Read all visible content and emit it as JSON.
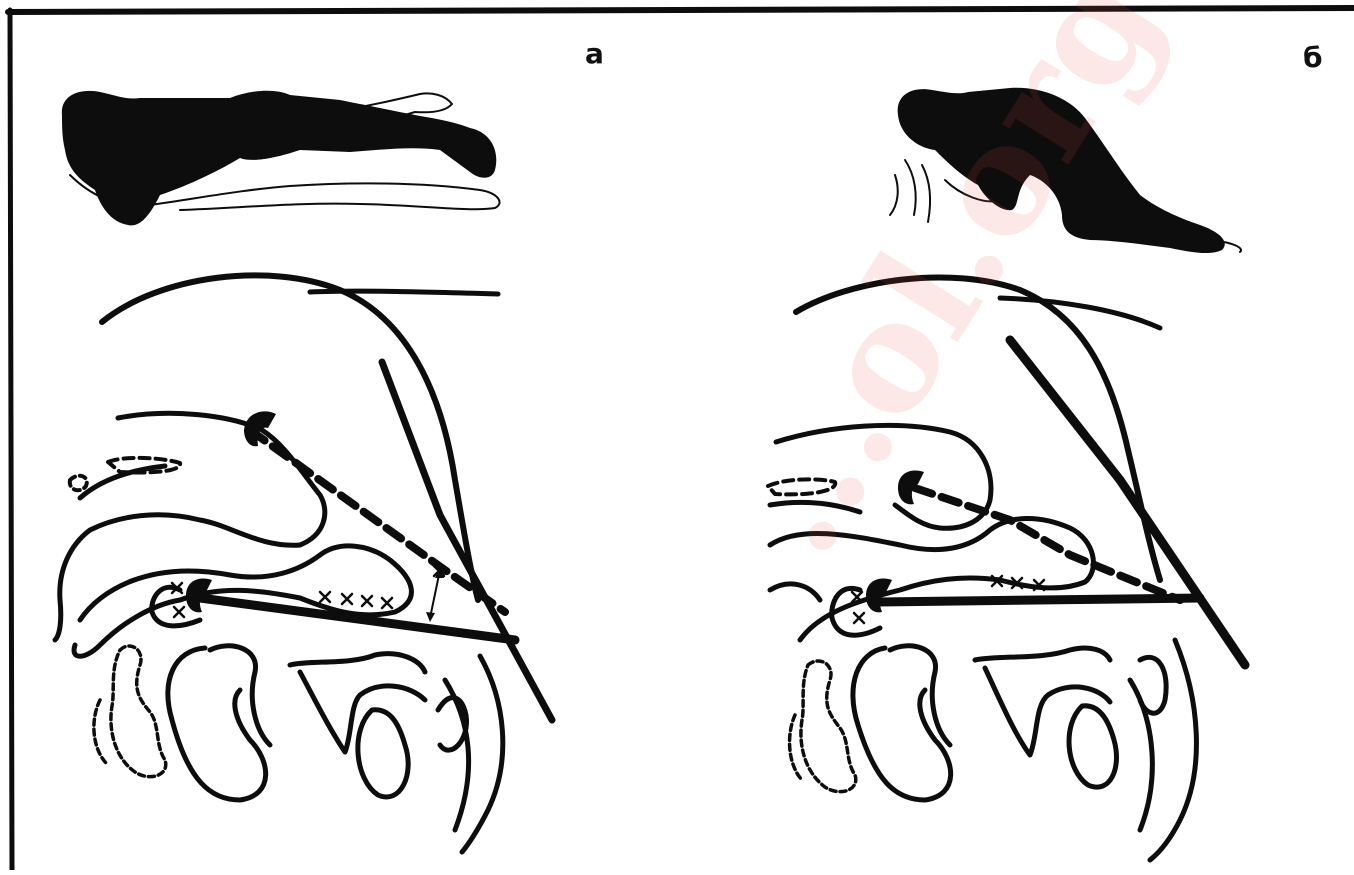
{
  "figure": {
    "panel_labels": {
      "left": "а",
      "right": "б"
    },
    "watermark_text": "...ol.org",
    "colors": {
      "ink": "#0d0d0d",
      "background": "#ffffff",
      "watermark": "#eb503c"
    }
  }
}
